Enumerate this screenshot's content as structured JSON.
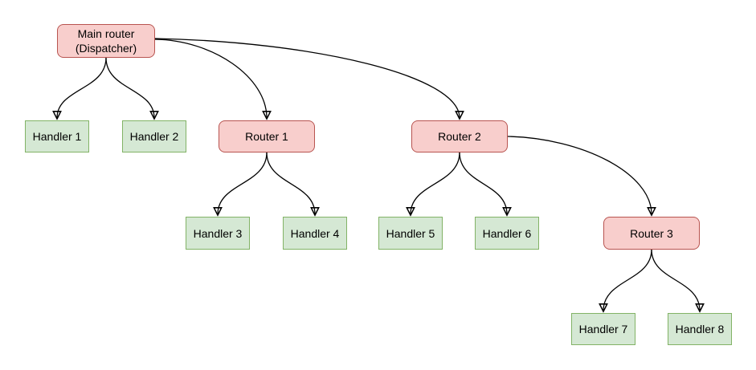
{
  "diagram": {
    "type": "flow-diagram",
    "background": "#ffffff",
    "colors": {
      "router_fill": "#f8cecc",
      "router_border": "#b85450",
      "handler_fill": "#d5e8d4",
      "handler_border": "#82b366",
      "edge": "#000000",
      "text": "#000000",
      "background": "#ffffff"
    },
    "nodes": [
      {
        "id": "main-router",
        "label": "Main router\n(Dispatcher)",
        "type": "router"
      },
      {
        "id": "handler-1",
        "label": "Handler 1",
        "type": "handler"
      },
      {
        "id": "handler-2",
        "label": "Handler 2",
        "type": "handler"
      },
      {
        "id": "router-1",
        "label": "Router 1",
        "type": "router"
      },
      {
        "id": "router-2",
        "label": "Router 2",
        "type": "router"
      },
      {
        "id": "handler-3",
        "label": "Handler 3",
        "type": "handler"
      },
      {
        "id": "handler-4",
        "label": "Handler 4",
        "type": "handler"
      },
      {
        "id": "handler-5",
        "label": "Handler 5",
        "type": "handler"
      },
      {
        "id": "handler-6",
        "label": "Handler 6",
        "type": "handler"
      },
      {
        "id": "router-3",
        "label": "Router 3",
        "type": "router"
      },
      {
        "id": "handler-7",
        "label": "Handler 7",
        "type": "handler"
      },
      {
        "id": "handler-8",
        "label": "Handler 8",
        "type": "handler"
      }
    ],
    "edges": [
      {
        "from": "main-router",
        "to": "handler-1"
      },
      {
        "from": "main-router",
        "to": "handler-2"
      },
      {
        "from": "main-router",
        "to": "router-1"
      },
      {
        "from": "main-router",
        "to": "router-2"
      },
      {
        "from": "router-1",
        "to": "handler-3"
      },
      {
        "from": "router-1",
        "to": "handler-4"
      },
      {
        "from": "router-2",
        "to": "handler-5"
      },
      {
        "from": "router-2",
        "to": "handler-6"
      },
      {
        "from": "router-2",
        "to": "router-3"
      },
      {
        "from": "router-3",
        "to": "handler-7"
      },
      {
        "from": "router-3",
        "to": "handler-8"
      }
    ]
  }
}
